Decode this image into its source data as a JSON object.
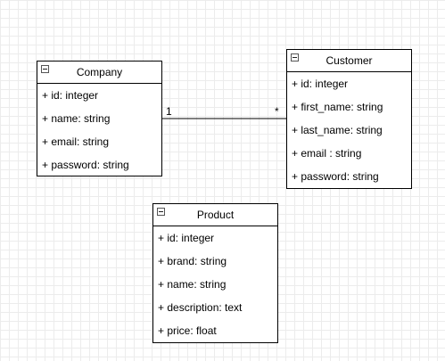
{
  "classes": {
    "company": {
      "name": "Company",
      "attributes": [
        "+ id: integer",
        "+ name: string",
        "+ email: string",
        "+ password: string"
      ]
    },
    "customer": {
      "name": "Customer",
      "attributes": [
        "+ id: integer",
        "+ first_name: string",
        "+ last_name: string",
        "+ email : string",
        "+ password: string"
      ]
    },
    "product": {
      "name": "Product",
      "attributes": [
        "+ id: integer",
        "+ brand: string",
        "+ name: string",
        "+ description: text",
        "+ price: float"
      ]
    }
  },
  "association": {
    "source_multiplicity": "1",
    "target_multiplicity": "*"
  }
}
